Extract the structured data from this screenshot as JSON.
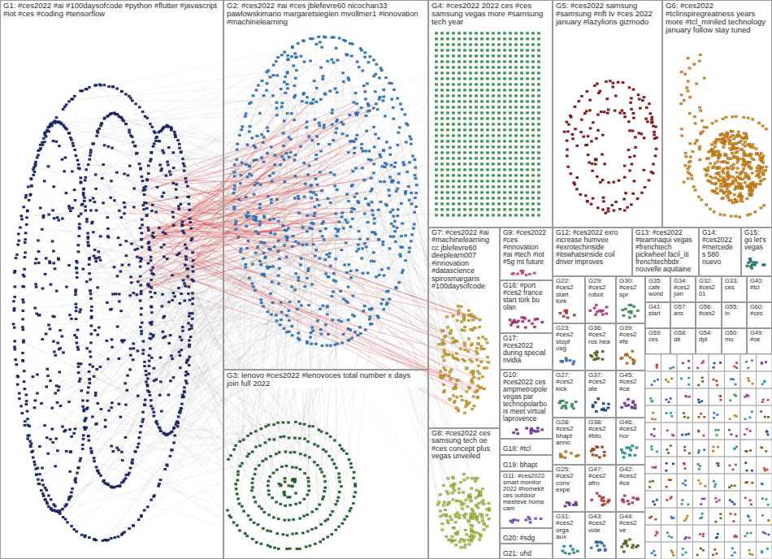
{
  "diagram": {
    "nodes": [
      {
        "text": [
          "G1: #ces2022 #ai #100daysofcode #python #flutter #javascript #iot #ces #coding #tensorflow"
        ]
      },
      {
        "text": [
          "G2: #ces2022 #ai #ces jblefevre60 nicochan33 pawlowskimario margaretsiegien mvollmer1 #innovation #machinelearning"
        ]
      },
      {
        "text": [
          "G3: lenovo #ces2022 #lenovoces total number x days join full 2022"
        ]
      },
      {
        "text": [
          "G4: #ces2022 2022 ces #ces samsung vegas more #samsung tech year"
        ]
      },
      {
        "text": [
          "G5: #ces2022 samsung #samsung #nft tv #ces 2022 january #lazylions gizmodo"
        ]
      },
      {
        "text": [
          "G6: #ces2022 #tclinspiregreatness years more #tcl_miniled technology january follow stay tuned"
        ]
      },
      {
        "text": [
          "G7: #ces2022 #ai #machinelearning cc jblefevre60 deeplearn007 #innovation #datascience spirosmargaris #100daysofcode"
        ]
      },
      {
        "text": [
          "G8: #ces2022 ces samsung tech oe #ces concept plus vegas unveiled"
        ]
      },
      {
        "text": [
          "G9: #ces2022 #ces #innovation #ai #tech #iot #5g mt future"
        ]
      },
      {
        "text": [
          "G16: #port #ces2 france start türk bu olan"
        ]
      },
      {
        "text": [
          "G17: #ces2022 during special nvidia"
        ]
      },
      {
        "text": [
          "G10: #ces2022 ces ampmetropole vegas par technopolarbois meet virtual laprovence"
        ]
      },
      {
        "text": [
          "G18: #tcl"
        ]
      },
      {
        "text": [
          "G19: bhapt"
        ]
      },
      {
        "text": [
          "G11: #ces2022 smart monitor 2022 #homekit ces outdoor meeteve home cam"
        ]
      },
      {
        "text": [
          "G20: #sdg"
        ]
      },
      {
        "text": [
          "G21: uhd"
        ]
      },
      {
        "text": [
          "G12: #ces2022 exro increase humvee #exrotechinside #itswhatsinside coil driver improves"
        ]
      },
      {
        "text": [
          "G13: #ces2022 #teamnaqui vegas #frenchtech pickwheel facil_iti frenchtechbdx nouvelle aquitaine"
        ]
      },
      {
        "text": [
          "G14: #ces2022 #mercedes 580 nuevo"
        ]
      },
      {
        "text": [
          "G15: go let's vegas"
        ]
      },
      {
        "text": [
          "G22: #ces2 start türk"
        ]
      },
      {
        "text": [
          "G23: #ces2 stopf usg"
        ]
      },
      {
        "text": [
          "G27: #ces2 kick"
        ]
      },
      {
        "text": [
          "G28: #ces2 bhapt anno"
        ]
      },
      {
        "text": [
          "G25: #ces2 conv expe"
        ]
      },
      {
        "text": [
          "G31: #ces2 orga aux"
        ]
      },
      {
        "text": [
          "G29: #ces2 robot"
        ]
      },
      {
        "text": [
          "G36: #ces2 ros hea"
        ]
      },
      {
        "text": [
          "G37: #ces2 ate"
        ]
      },
      {
        "text": [
          "G38: #ces2 #bto"
        ]
      },
      {
        "text": [
          "G47: #ces2 afro"
        ]
      },
      {
        "text": [
          "G43: #ces2 vide"
        ]
      },
      {
        "text": [
          "G30: #ces2 spr"
        ]
      },
      {
        "text": [
          "G39: #ces2 #fe"
        ]
      },
      {
        "text": [
          "G45: #ces2 #ce"
        ]
      },
      {
        "text": [
          "G46: #ces2 hor"
        ]
      },
      {
        "text": [
          "G42: #ces2 #ce"
        ]
      },
      {
        "text": [
          "G44: #ces2 ve"
        ]
      },
      {
        "text": [
          "G35: cafe world"
        ]
      },
      {
        "text": [
          "G34: #ces2 join"
        ]
      },
      {
        "text": [
          "G32: #ces2 01"
        ]
      },
      {
        "text": [
          "G33: ces"
        ]
      },
      {
        "text": [
          "G40: #tcl"
        ]
      },
      {
        "text": [
          "G41: start"
        ]
      },
      {
        "text": [
          "G57: ans"
        ]
      },
      {
        "text": [
          "G56: #ces2"
        ]
      },
      {
        "text": [
          "G55: in"
        ]
      },
      {
        "text": [
          "G60: #ces"
        ]
      },
      {
        "text": [
          "G59: ces"
        ]
      },
      {
        "text": [
          "G58: dé"
        ]
      },
      {
        "text": [
          "G54: dpt"
        ]
      },
      {
        "text": [
          "G50: mo"
        ]
      },
      {
        "text": [
          "G49: #oe"
        ]
      }
    ]
  }
}
